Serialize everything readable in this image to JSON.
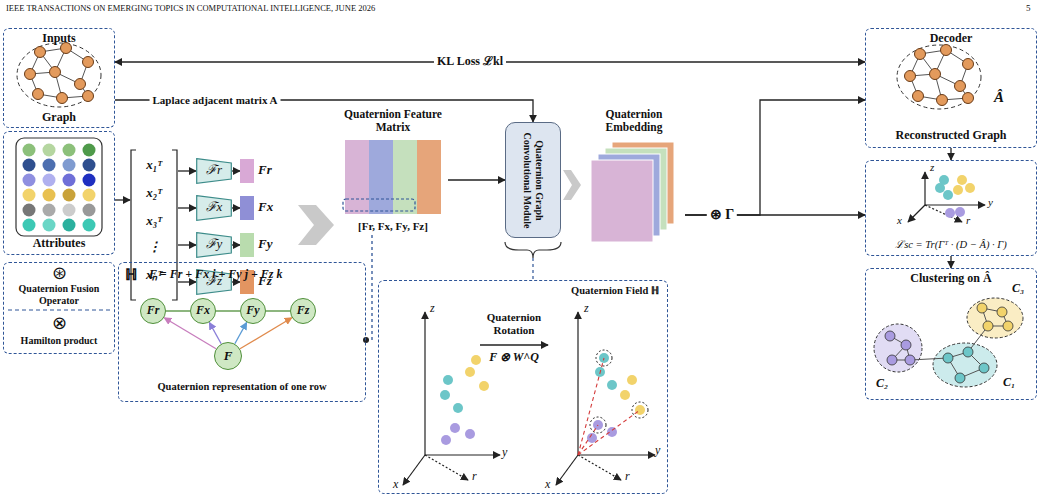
{
  "diagram": {
    "nodes": [
      {
        "text": [
          "Inputs",
          "Graph"
        ]
      },
      {
        "text": [
          "Attributes"
        ]
      },
      {
        "text": [
          "⊛",
          "Quaternion Fusion Operator",
          "⊗",
          "Hamilton product"
        ]
      },
      {
        "text": [
          "x₁ᵀ",
          "x₂ᵀ",
          "x₃ᵀ",
          "⋮",
          "xₙᵀ"
        ]
      },
      {
        "text": [
          "ℱr"
        ]
      },
      {
        "text": [
          "ℱx"
        ]
      },
      {
        "text": [
          "ℱy"
        ]
      },
      {
        "text": [
          "ℱz"
        ]
      },
      {
        "text": [
          "Fr"
        ]
      },
      {
        "text": [
          "Fx"
        ]
      },
      {
        "text": [
          "Fy"
        ]
      },
      {
        "text": [
          "Fz"
        ]
      },
      {
        "text": [
          "Quaternion Feature Matrix",
          "[Fr, Fx, Fy, Fz]"
        ]
      },
      {
        "text": [
          "ℍ",
          "F = Fr + Fx i + Fy j + Fz k",
          "Quaternion representation of one row"
        ]
      },
      {
        "text": [
          "F"
        ],
        "in": 13
      },
      {
        "text": [
          "Fr"
        ],
        "in": 13
      },
      {
        "text": [
          "Fx"
        ],
        "in": 13
      },
      {
        "text": [
          "Fy"
        ],
        "in": 13
      },
      {
        "text": [
          "Fz"
        ],
        "in": 13
      },
      {
        "text": [
          "Quaternion Graph Convolutional Module"
        ]
      },
      {
        "text": [
          "Quaternion Rotation",
          "F ⊗ W^Q",
          "Quaternion Field ℍ"
        ]
      },
      {
        "text": [
          "Quaternion Embedding"
        ]
      },
      {
        "text": [
          "Decoder",
          "Â",
          "Reconstructed Graph"
        ]
      },
      {
        "text": [
          "ℒsc = Tr(Γᵀ · (D − Â) · Γ)"
        ]
      },
      {
        "text": [
          "Clustering on Â"
        ]
      }
    ],
    "edges": [
      {
        "from": 1,
        "to": 3,
        "arrow": "to"
      },
      {
        "from": 3,
        "to": 4,
        "arrow": "to"
      },
      {
        "from": 3,
        "to": 5,
        "arrow": "to"
      },
      {
        "from": 3,
        "to": 6,
        "arrow": "to"
      },
      {
        "from": 3,
        "to": 7,
        "arrow": "to"
      },
      {
        "from": 4,
        "to": 8,
        "arrow": "to"
      },
      {
        "from": 5,
        "to": 9,
        "arrow": "to"
      },
      {
        "from": 6,
        "to": 10,
        "arrow": "to"
      },
      {
        "from": 7,
        "to": 11,
        "arrow": "to"
      },
      {
        "from": 12,
        "to": 13,
        "arrow": "none"
      },
      {
        "from": 12,
        "to": 19,
        "arrow": "to"
      },
      {
        "from": 0,
        "to": 19,
        "label": "Laplace adjacent matrix A",
        "arrow": "to"
      },
      {
        "from": 0,
        "to": 22,
        "label": "KL Loss ℒkl",
        "arrow": "both"
      },
      {
        "from": 21,
        "to": 22,
        "label": "⊛ Γ",
        "arrow": "to"
      },
      {
        "from": 21,
        "to": 23,
        "arrow": "to"
      },
      {
        "from": 22,
        "to": 23,
        "arrow": "to"
      },
      {
        "from": 23,
        "to": 24,
        "arrow": "to"
      },
      {
        "from": 14,
        "to": 15,
        "arrow": "to"
      },
      {
        "from": 14,
        "to": 16,
        "arrow": "to"
      },
      {
        "from": 14,
        "to": 17,
        "arrow": "to"
      },
      {
        "from": 14,
        "to": 18,
        "arrow": "to"
      },
      {
        "from": 15,
        "to": 16,
        "arrow": "none"
      },
      {
        "from": 16,
        "to": 17,
        "arrow": "none"
      },
      {
        "from": 17,
        "to": 18,
        "arrow": "none"
      }
    ],
    "labels": [
      "IEEE TRANSACTIONS ON EMERGING TOPICS IN COMPUTATIONAL INTELLIGENCE, JUNE 2026",
      "5",
      "z",
      "y",
      "x",
      "r",
      "z",
      "y",
      "x",
      "r",
      "z",
      "y",
      "x",
      "r",
      "C₁",
      "C₂",
      "C₃"
    ]
  }
}
